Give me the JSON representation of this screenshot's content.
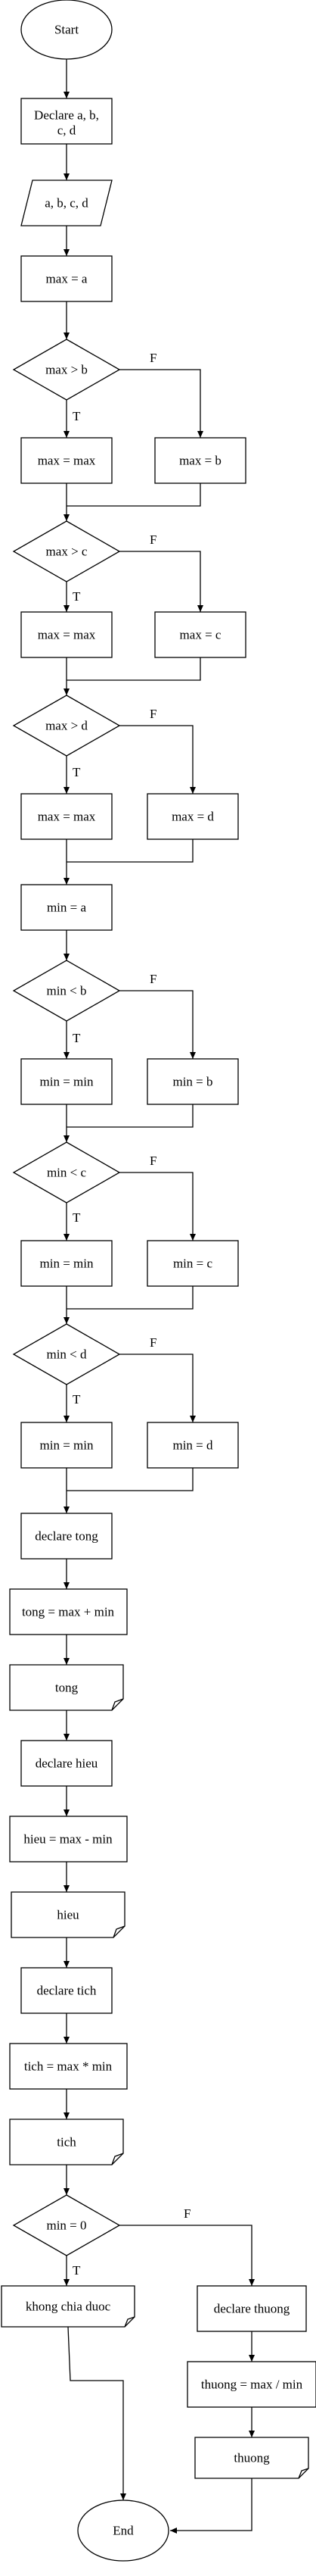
{
  "flowchart": {
    "nodes": {
      "start": "Start",
      "declare_abcd": [
        "Declare a, b,",
        "c, d"
      ],
      "input_abcd": "a, b, c, d",
      "max_eq_a": "max = a",
      "cond_max_b": "max > b",
      "max_eq_max_1": "max = max",
      "max_eq_b": "max = b",
      "cond_max_c": "max > c",
      "max_eq_max_2": "max = max",
      "max_eq_c": "max = c",
      "cond_max_d": "max > d",
      "max_eq_max_3": "max = max",
      "max_eq_d": "max = d",
      "min_eq_a": "min = a",
      "cond_min_b": "min < b",
      "min_eq_min_1": "min = min",
      "min_eq_b": "min = b",
      "cond_min_c": "min < c",
      "min_eq_min_2": "min = min",
      "min_eq_c": "min = c",
      "cond_min_d": "min < d",
      "min_eq_min_3": "min = min",
      "min_eq_d": "min = d",
      "declare_tong": "declare tong",
      "tong_calc": "tong = max + min",
      "out_tong": "tong",
      "declare_hieu": "declare hieu",
      "hieu_calc": "hieu = max - min",
      "out_hieu": "hieu",
      "declare_tich": "declare tich",
      "tich_calc": "tich = max * min",
      "out_tich": "tich",
      "cond_min_0": "min = 0",
      "out_khong_chia": "khong chia duoc",
      "declare_thuong": "declare thuong",
      "thuong_calc": "thuong = max / min",
      "out_thuong": "thuong",
      "end": "End"
    },
    "branch_labels": {
      "true": "T",
      "false": "F"
    }
  }
}
